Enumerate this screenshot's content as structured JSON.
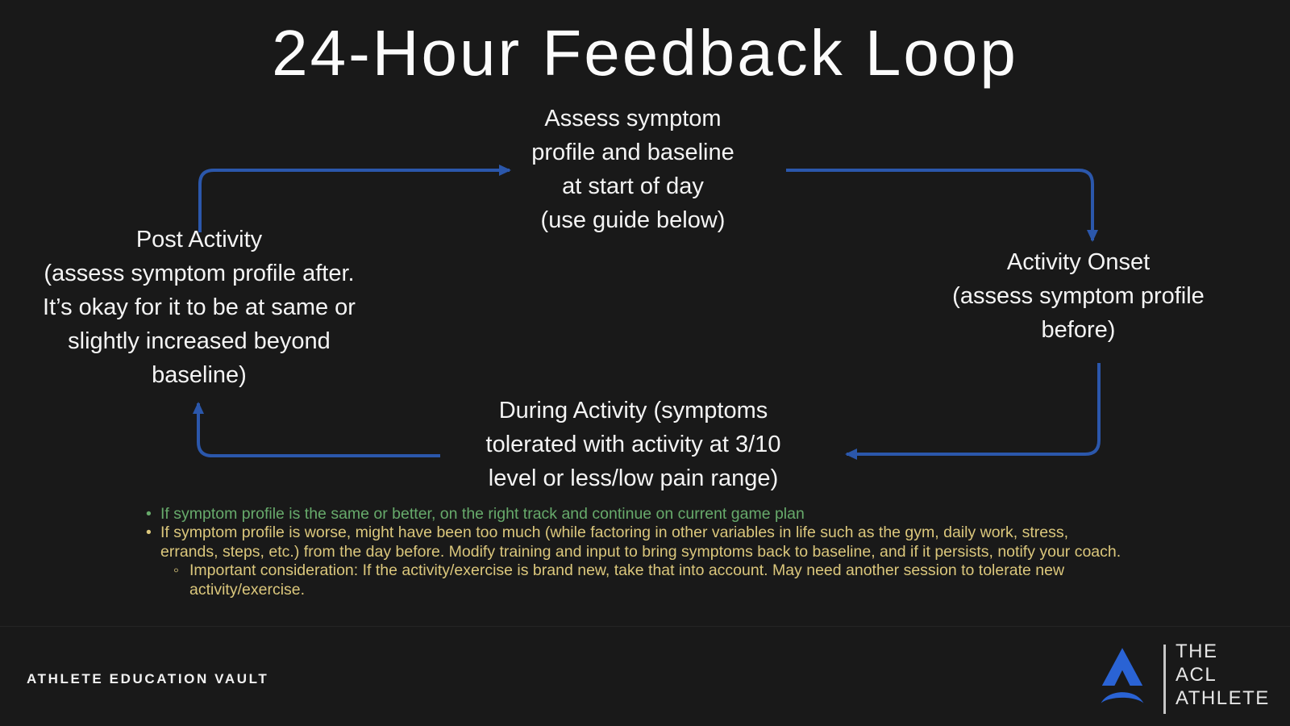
{
  "title": "24-Hour Feedback Loop",
  "loop": {
    "arrow_color": "#2b57ab",
    "nodes": [
      {
        "name": "assess-start-of-day",
        "lines": [
          "Assess symptom",
          "profile and baseline",
          "at start of day",
          "(use guide below)"
        ]
      },
      {
        "name": "activity-onset",
        "lines": [
          "Activity Onset",
          "(assess symptom profile",
          "before)"
        ]
      },
      {
        "name": "during-activity",
        "lines": [
          "During Activity (symptoms",
          "tolerated with activity at 3/10",
          "level or less/low pain range)"
        ]
      },
      {
        "name": "post-activity",
        "lines": [
          "Post Activity",
          "(assess symptom profile after.",
          "It’s okay for it to be at same or",
          "slightly increased beyond",
          "baseline)"
        ]
      }
    ]
  },
  "notes": {
    "bullets": [
      {
        "color": "#67aa6b",
        "text": "If symptom profile is the same or better, on the right track and continue on current game plan"
      },
      {
        "color": "#dbc77c",
        "text": "If symptom profile is worse, might have been too much (while factoring in other variables in life such as the gym, daily work, stress, errands, steps, etc.) from the day before. Modify training and input to bring symptoms back to baseline, and if it persists, notify your coach."
      }
    ],
    "sub_bullet": {
      "color": "#dbc77c",
      "text": "Important consideration: If the activity/exercise is brand new, take that into account. May need another session to tolerate new activity/exercise."
    }
  },
  "footer": {
    "brand": "ATHLETE EDUCATION VAULT",
    "logo": {
      "color": "#2a63d4",
      "lines": [
        "THE",
        "ACL",
        "ATHLETE"
      ]
    }
  },
  "colors": {
    "background": "#191919",
    "text": "#f4f4f4",
    "arrow_blue": "#2b57ab",
    "logo_blue": "#2a63d4",
    "note_green": "#67aa6b",
    "note_yellow": "#dbc77c"
  }
}
